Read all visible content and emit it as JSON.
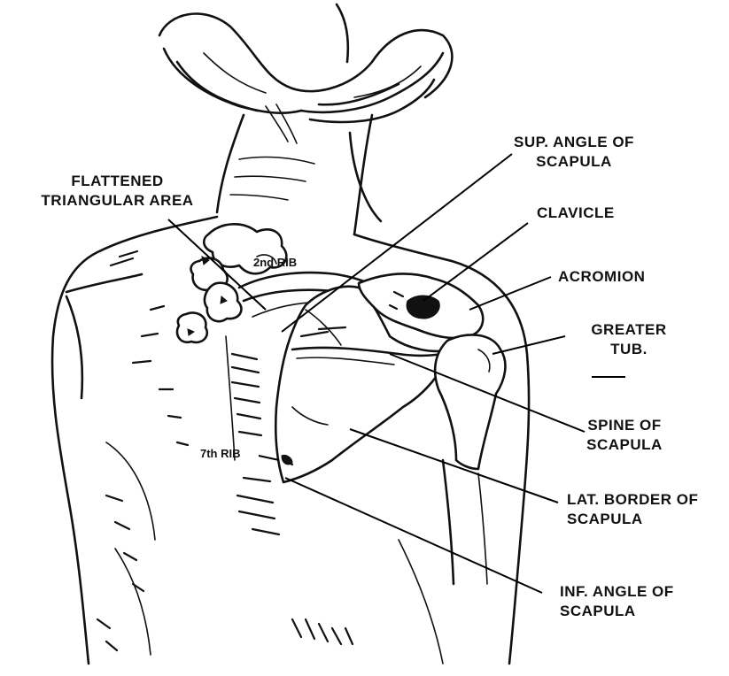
{
  "labels": {
    "flattened_line1": "FLATTENED",
    "flattened_line2": "TRIANGULAR AREA",
    "sup_angle_line1": "SUP. ANGLE OF",
    "sup_angle_line2": "SCAPULA",
    "clavicle": "CLAVICLE",
    "acromion": "ACROMION",
    "greater_line1": "GREATER",
    "greater_line2": "TUB.",
    "spine_line1": "SPINE OF",
    "spine_line2": "SCAPULA",
    "lat_border_line1": "LAT. BORDER OF",
    "lat_border_line2": "SCAPULA",
    "inf_angle_line1": "INF. ANGLE OF",
    "inf_angle_line2": "SCAPULA",
    "rib2": "2nd RIB",
    "rib7": "7th RIB"
  },
  "colors": {
    "ink": "#111111",
    "background": "#ffffff"
  }
}
